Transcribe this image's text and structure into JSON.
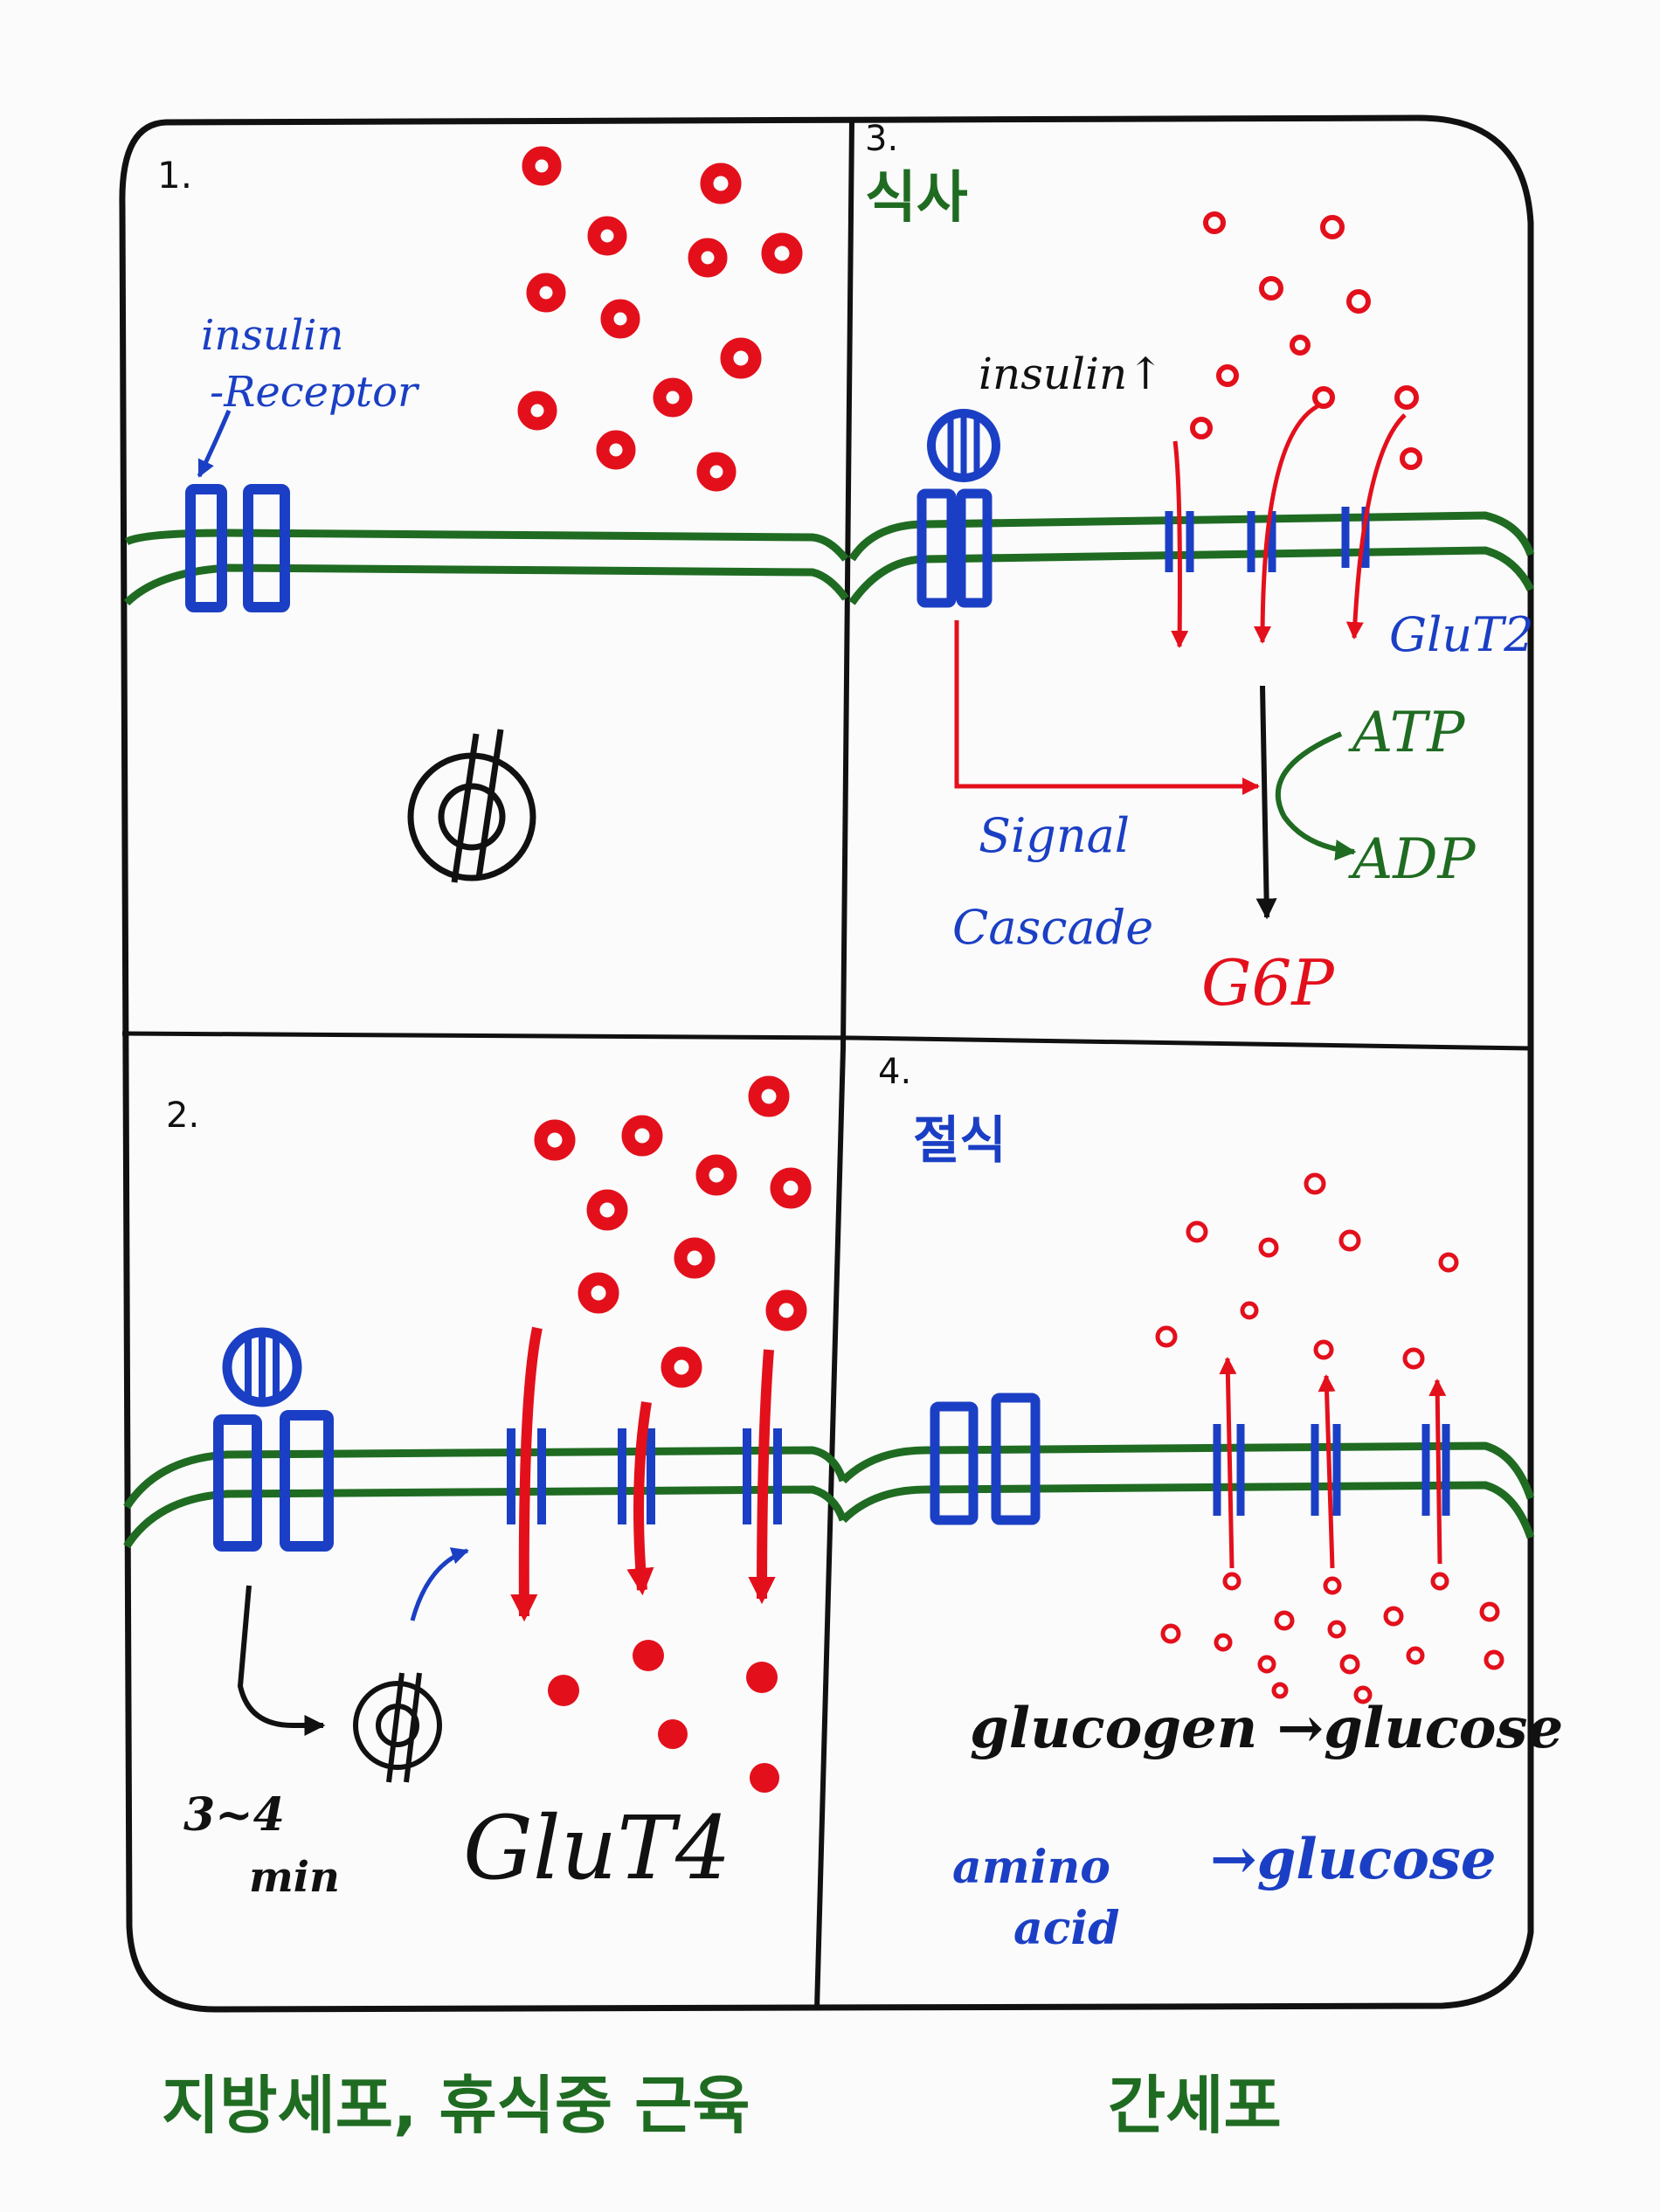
{
  "colors": {
    "ink": "#111111",
    "membrane": "#1f6b22",
    "receptor": "#1b3fc4",
    "glucose": "#e3101c",
    "korean_green": "#1f6b22",
    "label_blue": "#1b3fc4"
  },
  "panel1": {
    "number": "1.",
    "receptor_label_line1": "insulin",
    "receptor_label_line2": "-Receptor"
  },
  "panel2": {
    "number": "2.",
    "time_line1": "3~4",
    "time_line2": "min",
    "transporter_label": "GluT4"
  },
  "panel3": {
    "number": "3.",
    "title": "식사",
    "insulin_label": "insulin↑",
    "transporter_label": "GluT2",
    "signal_line1": "Signal",
    "signal_line2": "Cascade",
    "atp_label": "ATP",
    "adp_label": "ADP",
    "product_label": "G6P"
  },
  "panel4": {
    "number": "4.",
    "title": "절식",
    "reaction1": "glucogen →glucose",
    "reaction2_substrate_line1": "amino",
    "reaction2_substrate_line2": "acid",
    "reaction2_product": "→glucose"
  },
  "captions": {
    "left": "지방세포, 휴식중 근육",
    "right": "간세포"
  },
  "icons": [
    "insulin-ball-icon",
    "vesicle-icon",
    "arrow-icon"
  ]
}
